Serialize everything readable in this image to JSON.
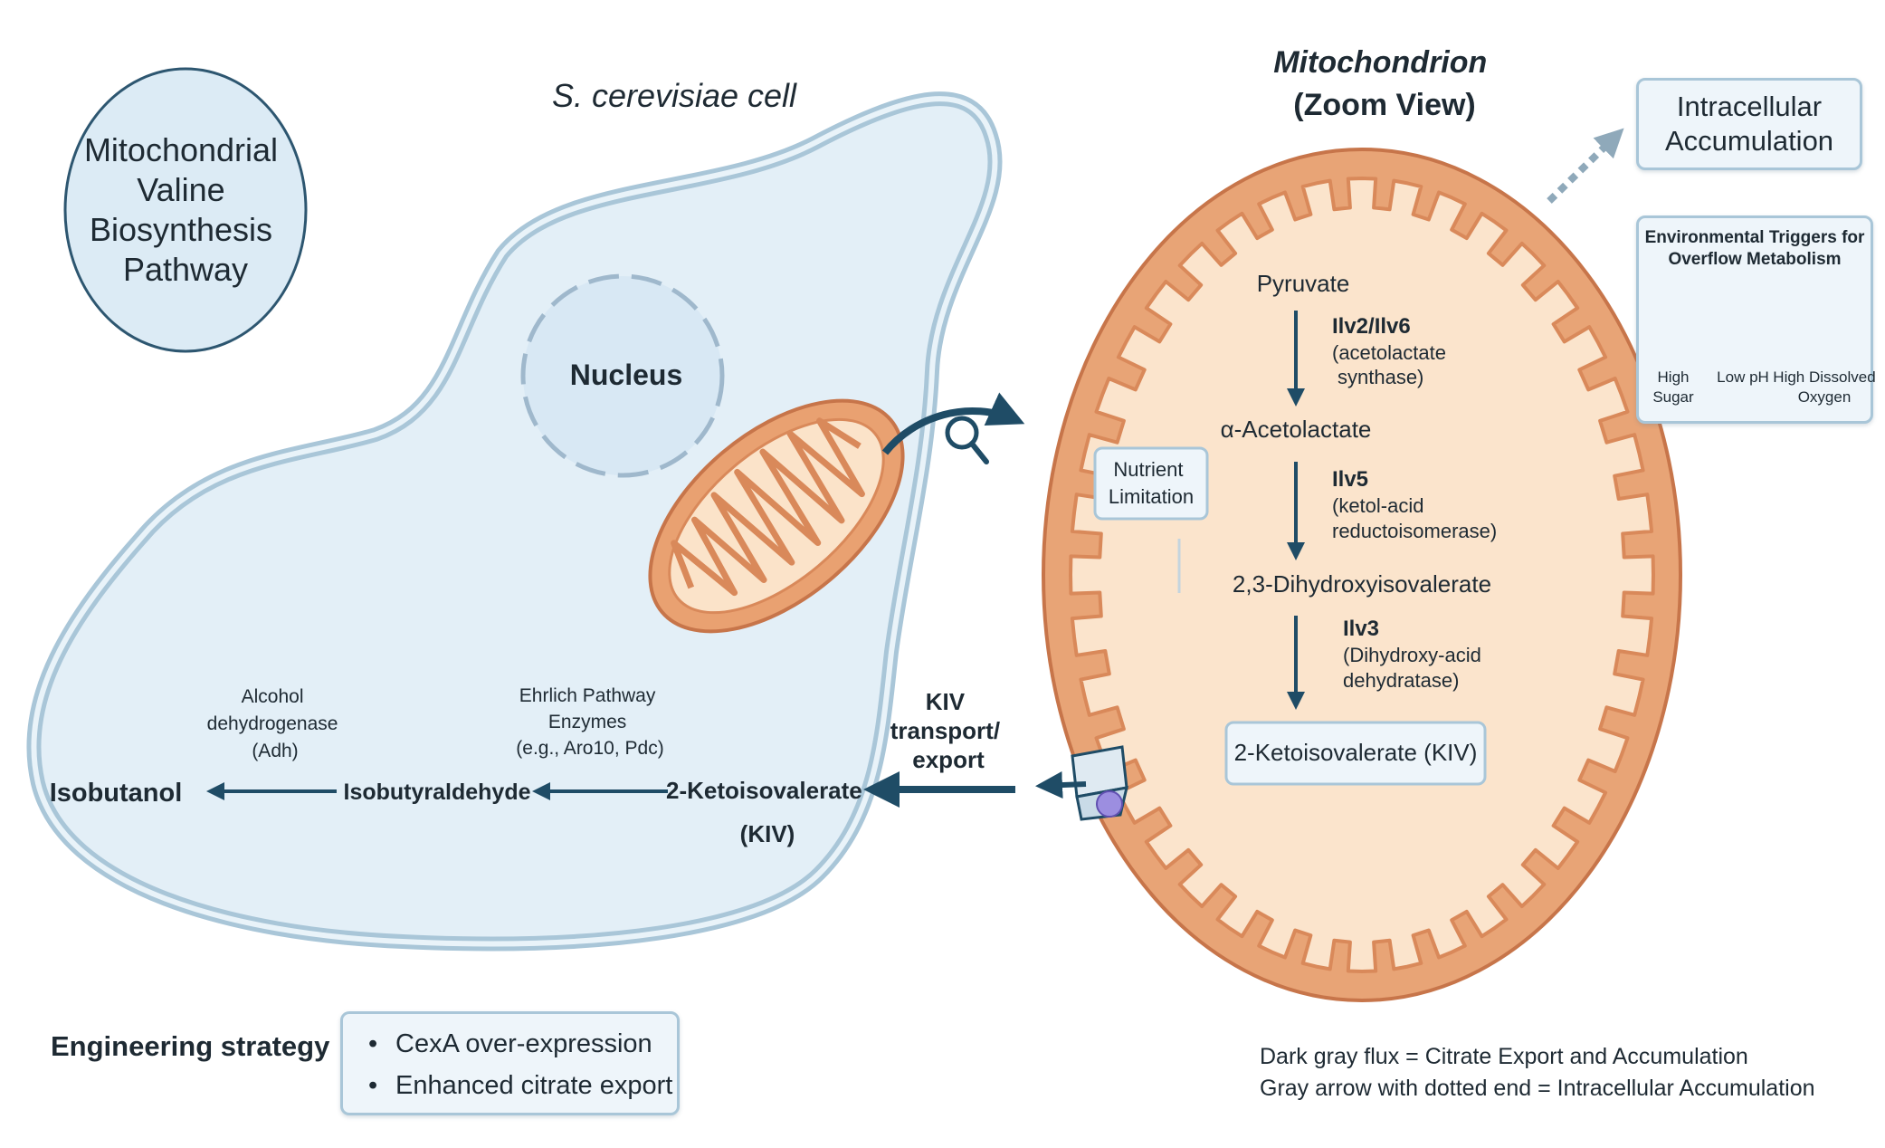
{
  "diagram": {
    "pathway_title": [
      "Mitochondrial",
      "Valine",
      "Biosynthesis",
      "Pathway"
    ],
    "cell_label": "S. cerevisiae cell",
    "nucleus_label": "Nucleus",
    "mitochondrion_title": [
      "Mitochondrion",
      "(Zoom View)"
    ],
    "nutrient_limitation": [
      "Nutrient",
      "Limitation"
    ],
    "inner_pathway": {
      "pyruvate": "Pyruvate",
      "enzyme1_name": "Ilv2/Ilv6",
      "enzyme1_desc": [
        "(acetolactate",
        "synthase)"
      ],
      "acetolactate": "α-Acetolactate",
      "enzyme2_name": "Ilv5",
      "enzyme2_desc": [
        "(ketol-acid",
        "reductoisomerase)"
      ],
      "dihydroxy": "2,3-Dihydroxyisovalerate",
      "enzyme3_name": "Ilv3",
      "enzyme3_desc": [
        "(Dihydroxy-acid",
        "dehydratase)"
      ],
      "kiv_box": "2-Ketoisovalerate (KIV)"
    },
    "transport_label": [
      "KIV",
      "transport/",
      "export"
    ],
    "cytosol_pathway": {
      "kiv": [
        "2-Ketoisovalerate",
        "(KIV)"
      ],
      "ehrlich": [
        "Ehrlich Pathway",
        "Enzymes",
        "(e.g., Aro10, Pdc)"
      ],
      "isobutyraldehyde": "Isobutyraldehyde",
      "adh": [
        "Alcohol",
        "dehydrogenase",
        "(Adh)"
      ],
      "isobutanol": "Isobutanol"
    },
    "accumulation_box": [
      "Intracellular",
      "Accumulation"
    ],
    "triggers": {
      "title": [
        "Environmental Triggers for",
        "Overflow Metabolism"
      ],
      "items": [
        {
          "icon": "sugar-pile-icon",
          "label": [
            "High",
            "Sugar"
          ]
        },
        {
          "icon": "thermometer-icon",
          "label": [
            "Low pH"
          ]
        },
        {
          "icon": "water-drop-icon",
          "label": [
            "High Dissolved",
            "Oxygen"
          ]
        }
      ]
    },
    "engineering": {
      "label": "Engineering strategy",
      "items": [
        "CexA over-expression",
        "Enhanced citrate export"
      ]
    },
    "legend": [
      "Dark gray flux = Citrate Export and Accumulation",
      "Gray arrow with dotted end = Intracellular Accumulation"
    ],
    "colors": {
      "cell_fill": "#e3eff7",
      "cell_stroke": "#a9c6d8",
      "mito_fill": "#f9dcc0",
      "mito_stroke": "#d9895a",
      "mito_dark": "#e8a476",
      "arrow": "#1f4c66",
      "dotted_arrow": "#8fa9ba",
      "box_fill": "#eef5fa",
      "text": "#1e2a33"
    }
  }
}
